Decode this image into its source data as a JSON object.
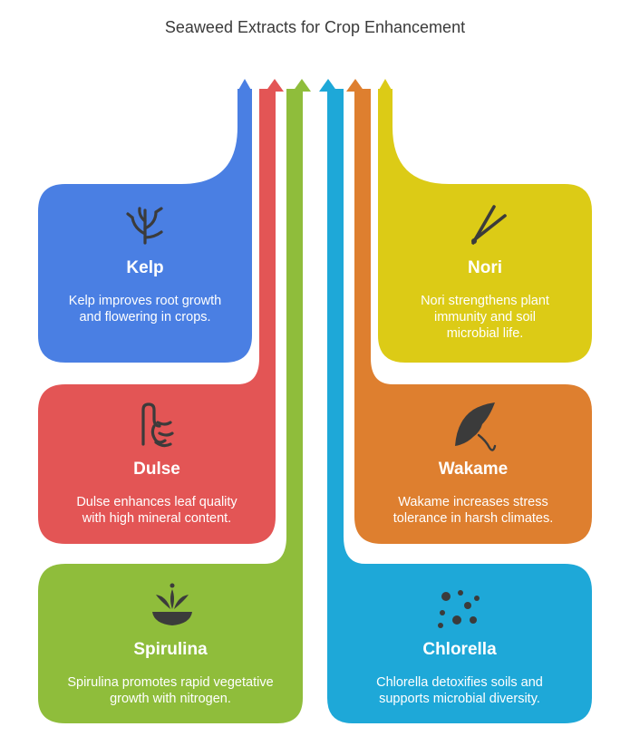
{
  "title": "Seaweed Extracts for Crop Enhancement",
  "colors": {
    "blue": "#4a7fe3",
    "red": "#e35555",
    "green": "#8fbd3b",
    "teal": "#1ea8d8",
    "orange": "#de7f2f",
    "yellow": "#dccb16",
    "icon": "#3b3b3b"
  },
  "cards": [
    {
      "id": "kelp",
      "name": "Kelp",
      "description": "Kelp improves root growth and flowering in crops.",
      "color": "#4a7fe3",
      "icon": "coral-icon"
    },
    {
      "id": "dulse",
      "name": "Dulse",
      "description": "Dulse enhances leaf quality with high mineral content.",
      "color": "#e35555",
      "icon": "seaweed-icon"
    },
    {
      "id": "spirulina",
      "name": "Spirulina",
      "description": "Spirulina promotes rapid vegetative growth with nitrogen.",
      "color": "#8fbd3b",
      "icon": "plant-bowl-icon"
    },
    {
      "id": "nori",
      "name": "Nori",
      "description": "Nori strengthens plant immunity and soil microbial life.",
      "color": "#dccb16",
      "icon": "chopsticks-icon"
    },
    {
      "id": "wakame",
      "name": "Wakame",
      "description": "Wakame increases stress tolerance in harsh climates.",
      "color": "#de7f2f",
      "icon": "manta-ray-icon"
    },
    {
      "id": "chlorella",
      "name": "Chlorella",
      "description": "Chlorella detoxifies soils and supports microbial diversity.",
      "color": "#1ea8d8",
      "icon": "microbes-icon"
    }
  ]
}
